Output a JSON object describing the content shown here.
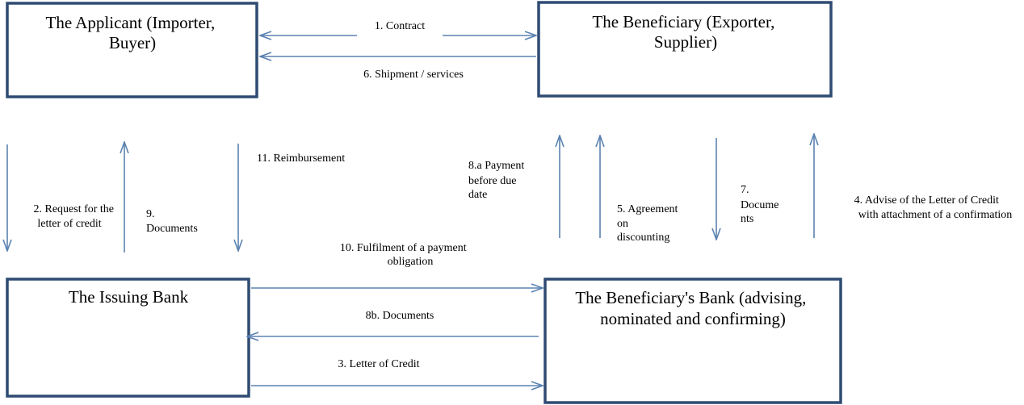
{
  "colors": {
    "box_border": "#2f4b73",
    "arrow": "#5b82b1",
    "text": "#000000",
    "background": "#ffffff"
  },
  "boxes": {
    "applicant": [
      "The Applicant (Importer,",
      "Buyer)"
    ],
    "beneficiary": [
      "The Beneficiary (Exporter,",
      "Supplier)"
    ],
    "issuing_bank": [
      "The Issuing Bank"
    ],
    "beneficiary_bank": [
      "The Beneficiary's Bank (advising,",
      "nominated and confirming)"
    ]
  },
  "labels": {
    "contract": [
      "1. Contract"
    ],
    "request": [
      "2. Request for the",
      "letter of credit"
    ],
    "letter_of_credit": [
      "3. Letter of Credit"
    ],
    "advise": [
      "4. Advise of the Letter of Credit",
      "with attachment of a confirmation"
    ],
    "agreement": [
      "5. Agreement",
      "on",
      "discounting"
    ],
    "shipment": [
      "6. Shipment / services"
    ],
    "documents_7": [
      "7.",
      "Docume",
      "nts"
    ],
    "payment_8a": [
      "8.a Payment",
      "before due",
      "date"
    ],
    "documents_8b": [
      "8b. Documents"
    ],
    "documents_9": [
      "9.",
      "Documents"
    ],
    "fulfilment": [
      "10. Fulfilment of a payment",
      "obligation"
    ],
    "reimbursement": [
      "11. Reimbursement"
    ]
  }
}
